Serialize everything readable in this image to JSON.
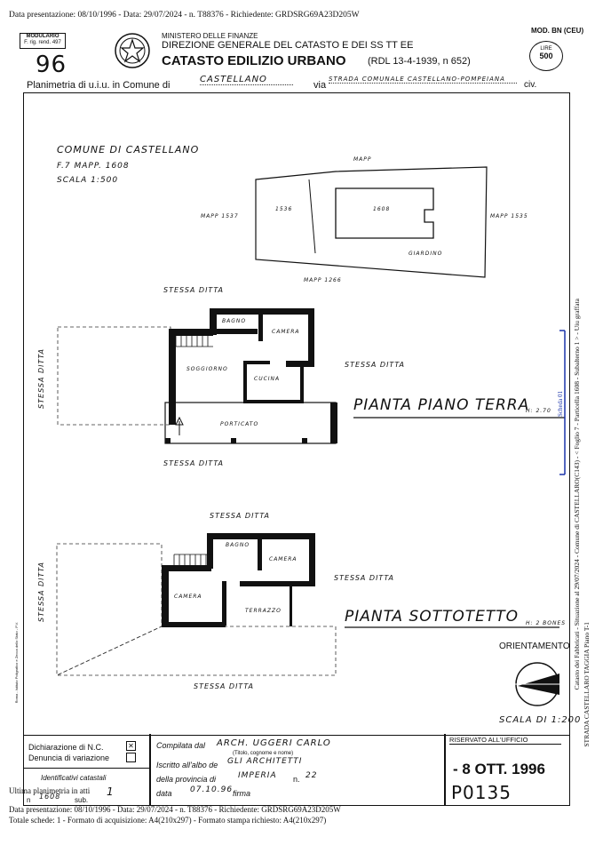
{
  "meta": {
    "top_line": "Data presentazione: 08/10/1996 - Data: 29/07/2024 - n. T88376 - Richiedente: GRDSRG69A23D205W",
    "bottom_line_1": "Ultima planimetria in atti",
    "bottom_line_2": "Data presentazione: 08/10/1996 - Data: 29/07/2024 - n. T88376 - Richiedente: GRDSRG69A23D205W",
    "bottom_line_3": "Totale schede: 1 - Formato di acquisizione: A4(210x297) - Formato stampa richiesto: A4(210x297)"
  },
  "header": {
    "modulario": "MODULARIO",
    "modulario_sub": "F. rig. rend. 497",
    "number": "96",
    "ministry": "MINISTERO DELLE FINANZE",
    "direzione": "DIREZIONE GENERALE DEL CATASTO E DEI SS TT EE",
    "title": "CATASTO EDILIZIO URBANO",
    "rdl": "(RDL 13-4-1939, n 652)",
    "mod": "MOD. BN (CEU)",
    "lire": "LIRE",
    "price": "500",
    "planimetria": "Planimetria di u.i.u. in Comune di",
    "comune": "CASTELLANO",
    "via_label": "via",
    "via": "STRADA COMUNALE CASTELLANO-POMPEIANA",
    "civ": "civ."
  },
  "plan": {
    "comune_note": "COMUNE DI CASTELLANO",
    "foglio": "F.7 MAPP. 1608",
    "scala": "SCALA 1:500",
    "mapp_top": "MAPP",
    "mapp_1537": "MAPP 1537",
    "n1536": "1536",
    "n1608": "1608",
    "mapp_1535": "MAPP 1535",
    "giardino": "GIARDINO",
    "mapp_1266": "MAPP 1266",
    "stessa_ditta": "STESSA DITTA",
    "bagno": "BAGNO",
    "camera": "CAMERA",
    "soggiorno": "SOGGIORNO",
    "cucina": "CUCINA",
    "porticato": "PORTICATO",
    "piano_terra": "PIANTA PIANO TERRA",
    "h_terra": "H: 2.70",
    "terrazzo": "TERRAZZO",
    "piano_sottotetto": "PIANTA SOTTOTETTO",
    "h_sotto": "H: 2 BONES",
    "orientamento": "ORIENTAMENTO",
    "scala_200": "SCALA DI 1:200"
  },
  "side": {
    "vertical_main": "Catasto dei Fabbricati - Situazione al 29/07/2024 - Comune di CASTELLARO(C143) - < Foglio 7 - Particella 1608 - Subalterno 1 > - Uiu graffata",
    "vertical_sub": "STRADA CASTELLARO TAGGIA Piano T-1",
    "scheda": "Scheda 01"
  },
  "footer": {
    "dichiarazione": "Dichiarazione di N.C.",
    "denuncia": "Denuncia di variazione",
    "identificativi": "Identificativi catastali",
    "n_label": "n",
    "n_val": "1608",
    "sub_label": "sub.",
    "sub_val": "1",
    "compilata": "Compilata dal",
    "compilatore": "ARCH. UGGERI CARLO",
    "compilatore_sub": "(Titolo, cognome e nome)",
    "iscritto": "Iscritto all'albo de",
    "albo": "GLI ARCHITETTI",
    "provincia_label": "della provincia di",
    "provincia": "IMPERIA",
    "n2_label": "n.",
    "n2": "22",
    "data_label": "data",
    "data": "07.10.96",
    "firma": "firma",
    "riservato": "RISERVATO ALL'UFFICIO",
    "stamp_date": "- 8 OTT. 1996",
    "ufficio_num": "P0135",
    "side_small": "Roma - Istituto Poligrafico e Zecca dello Stato - P.V."
  }
}
